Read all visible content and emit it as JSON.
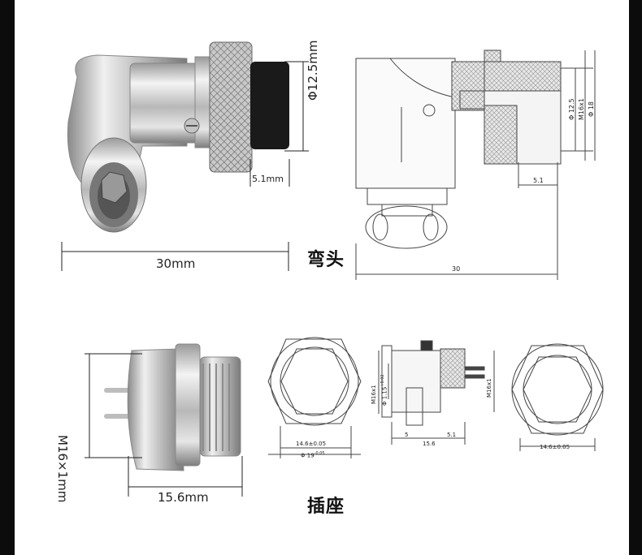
{
  "section_top": {
    "title": "弯头",
    "photo_dims": {
      "length": "30mm",
      "diameter": "Φ12.5mm",
      "offset": "5.1mm"
    },
    "drawing_dims": {
      "length": "30",
      "d1": "Φ 12.5",
      "thread": "M16x1",
      "d2": "Φ 18",
      "offset": "5.1"
    }
  },
  "section_bottom": {
    "title": "插座",
    "photo_dims": {
      "thread": "M16×1mm",
      "length": "15.6mm"
    },
    "drawing_dims": {
      "hex": "14.6±0.05",
      "outer_d": "Φ 19",
      "outer_tol": "-0.05",
      "thread_left": "M16x1",
      "bore": "Φ 1.15",
      "bore_tol": "+0.02",
      "seg1": "5",
      "seg2": "15.6",
      "seg3": "5.1",
      "thread_right": "M16x1",
      "hex_right": "14.6±0.05"
    }
  }
}
